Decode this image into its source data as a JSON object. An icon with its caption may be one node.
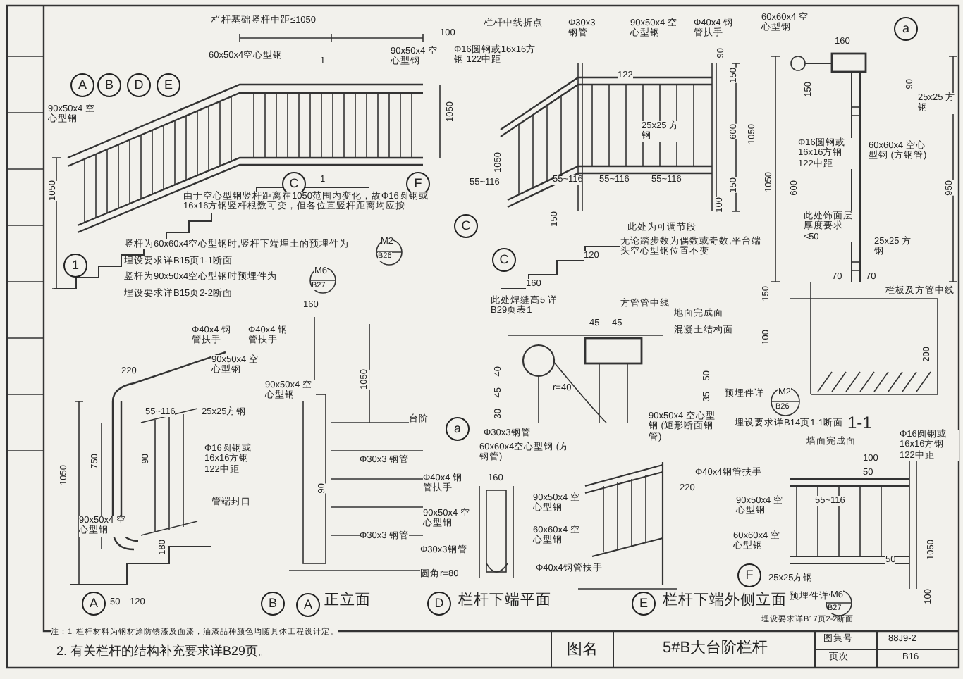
{
  "diagram": {
    "labels": [
      "栏杆基础竖杆中距≤1050",
      "100",
      "A",
      "B",
      "D",
      "E",
      "60x50x4空心型钢",
      "1",
      "90x50x4 空心型钢",
      "90x50x4 空心型钢",
      "1050",
      "1050",
      "C",
      "1",
      "F",
      "由于空心型钢竖杆距离在1050范围内变化，故Φ16圆钢或16x16方钢竖杆根数可变，但各位置竖杆距离均应按",
      "C",
      "1",
      "竖杆为60x60x4空心型钢时,竖杆下端埋土的预埋件为",
      "M2",
      "B26",
      "埋设要求详B15页1-1断面",
      "竖杆为90x50x4空心型钢时预埋件为",
      "M6",
      "B27",
      "埋设要求详B15页2-2断面",
      "栏杆中线折点",
      "Φ30x3 钢管",
      "90x50x4 空心型钢",
      "Φ40x4 钢管扶手",
      "60x60x4 空心型钢",
      "Φ16圆钢或16x16方钢 122中距",
      "122",
      "1050",
      "25x25 方钢",
      "55~116",
      "55~116",
      "55~116",
      "55~116",
      "90",
      "150",
      "600",
      "1050",
      "150",
      "100",
      "150",
      "120",
      "此处为可调节段",
      "无论踏步数为偶数或奇数,平台端头空心型钢位置不变",
      "C",
      "a",
      "160",
      "90",
      "150",
      "25x25 方钢",
      "Φ16圆钢或16x16方钢 122中距",
      "60x60x4 空心型钢 (方钢管)",
      "1050",
      "600",
      "950",
      "此处饰面层厚度要求≤50",
      "25x25 方钢",
      "70",
      "70",
      "栏板及方管中线",
      "150",
      "地面完成面",
      "混凝土结构面",
      "100",
      "200",
      "预埋件详",
      "M2",
      "B26",
      "埋设要求详B14页1-1断面",
      "1-1",
      "160",
      "此处焊缝高5 详B29页表1",
      "方管管中线",
      "45",
      "45",
      "40",
      "45",
      "30",
      "r=40",
      "50",
      "35",
      "Φ30x3钢管",
      "60x60x4空心型钢 (方钢管)",
      "90x50x4 空心型钢 (矩形断面钢管)",
      "a",
      "160",
      "Φ40x4 钢管扶手",
      "Φ40x4 钢管扶手",
      "90x50x4 空心型钢",
      "220",
      "90x50x4 空心型钢",
      "55~116",
      "25x25方钢",
      "1050",
      "750",
      "90",
      "Φ16圆钢或16x16方钢 122中距",
      "管端封口",
      "90x50x4 空心型钢",
      "180",
      "50",
      "120",
      "A",
      "1050",
      "台阶",
      "90",
      "Φ30x3 钢管",
      "Φ30x3 钢管",
      "Φ40x4 钢管扶手",
      "90x50x4 空心型钢",
      "Φ30x3钢管",
      "圆角r=80",
      "160",
      "90x50x4 空心型钢",
      "60x60x4 空心型钢",
      "Φ40x4钢管扶手",
      "220",
      "墙面完成面",
      "Φ16圆钢或16x16方钢 122中距",
      "100",
      "50",
      "Φ40x4钢管扶手",
      "90x50x4 空心型钢",
      "55~116",
      "60x60x4 空心型钢",
      "1050",
      "50",
      "F",
      "25x25方钢",
      "100",
      "预埋件详",
      "M6",
      "B27",
      "埋设要求详B17页2-2断面",
      "B",
      "A",
      "正立面",
      "D",
      "栏杆下端平面",
      "E",
      "栏杆下端外侧立面",
      "注：1. 栏杆材料为钢材涂防锈漆及面漆，油漆品种颜色均随具体工程设计定。",
      "2. 有关栏杆的结构补充要求详B29页。",
      "图名",
      "5#B大台阶栏杆",
      "图集号",
      "88J9-2",
      "页次",
      "B16"
    ]
  }
}
